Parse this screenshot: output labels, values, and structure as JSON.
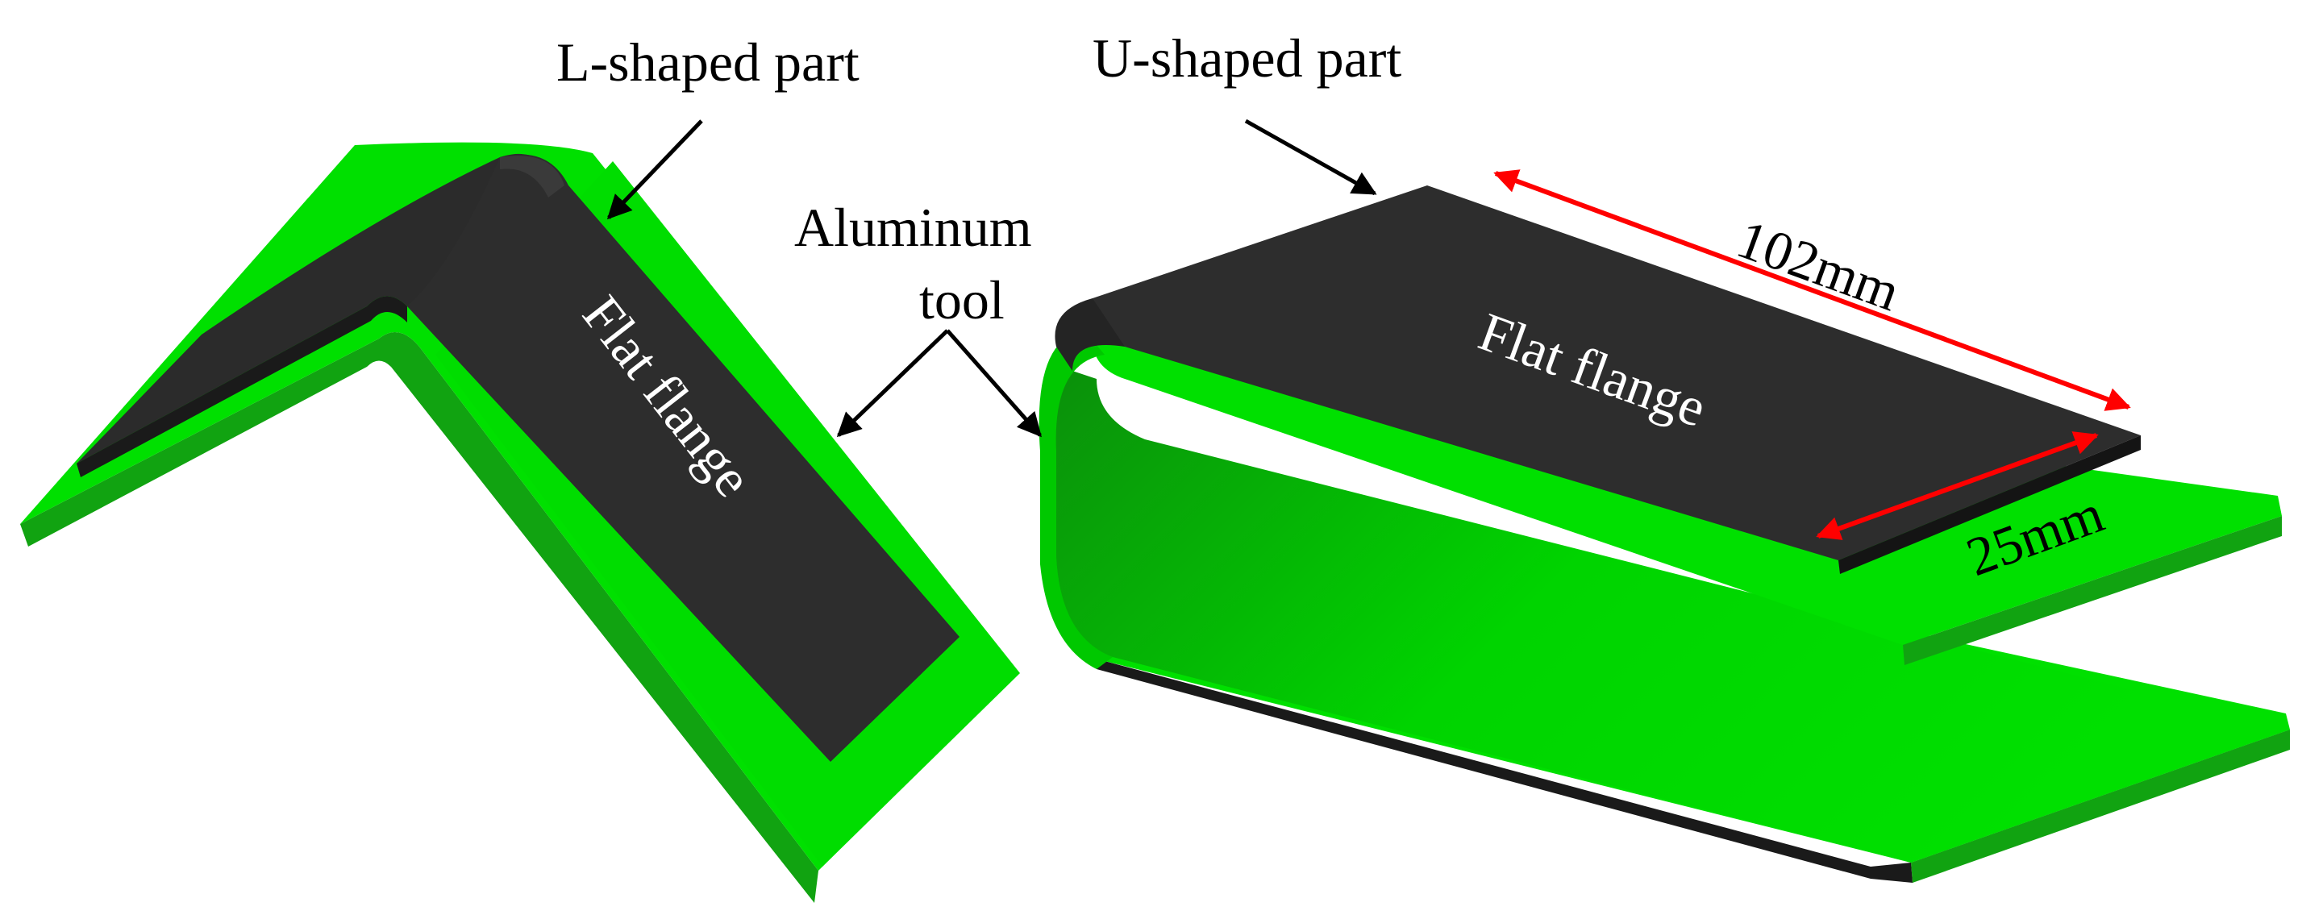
{
  "labels": {
    "l_part": "L-shaped part",
    "u_part": "U-shaped part",
    "aluminum_line1": "Aluminum",
    "aluminum_line2": "tool",
    "flat_flange_left": "Flat flange",
    "flat_flange_right": "Flat  flange",
    "dim_length": "102mm",
    "dim_width": "25mm"
  },
  "colors": {
    "tool_green": "#00e000",
    "tool_green_shade": "#11a311",
    "part_dark": "#2d2d2d",
    "part_shade": "#1a1a1a",
    "dimension_arrow": "#ff0000",
    "leader_line": "#000000"
  }
}
